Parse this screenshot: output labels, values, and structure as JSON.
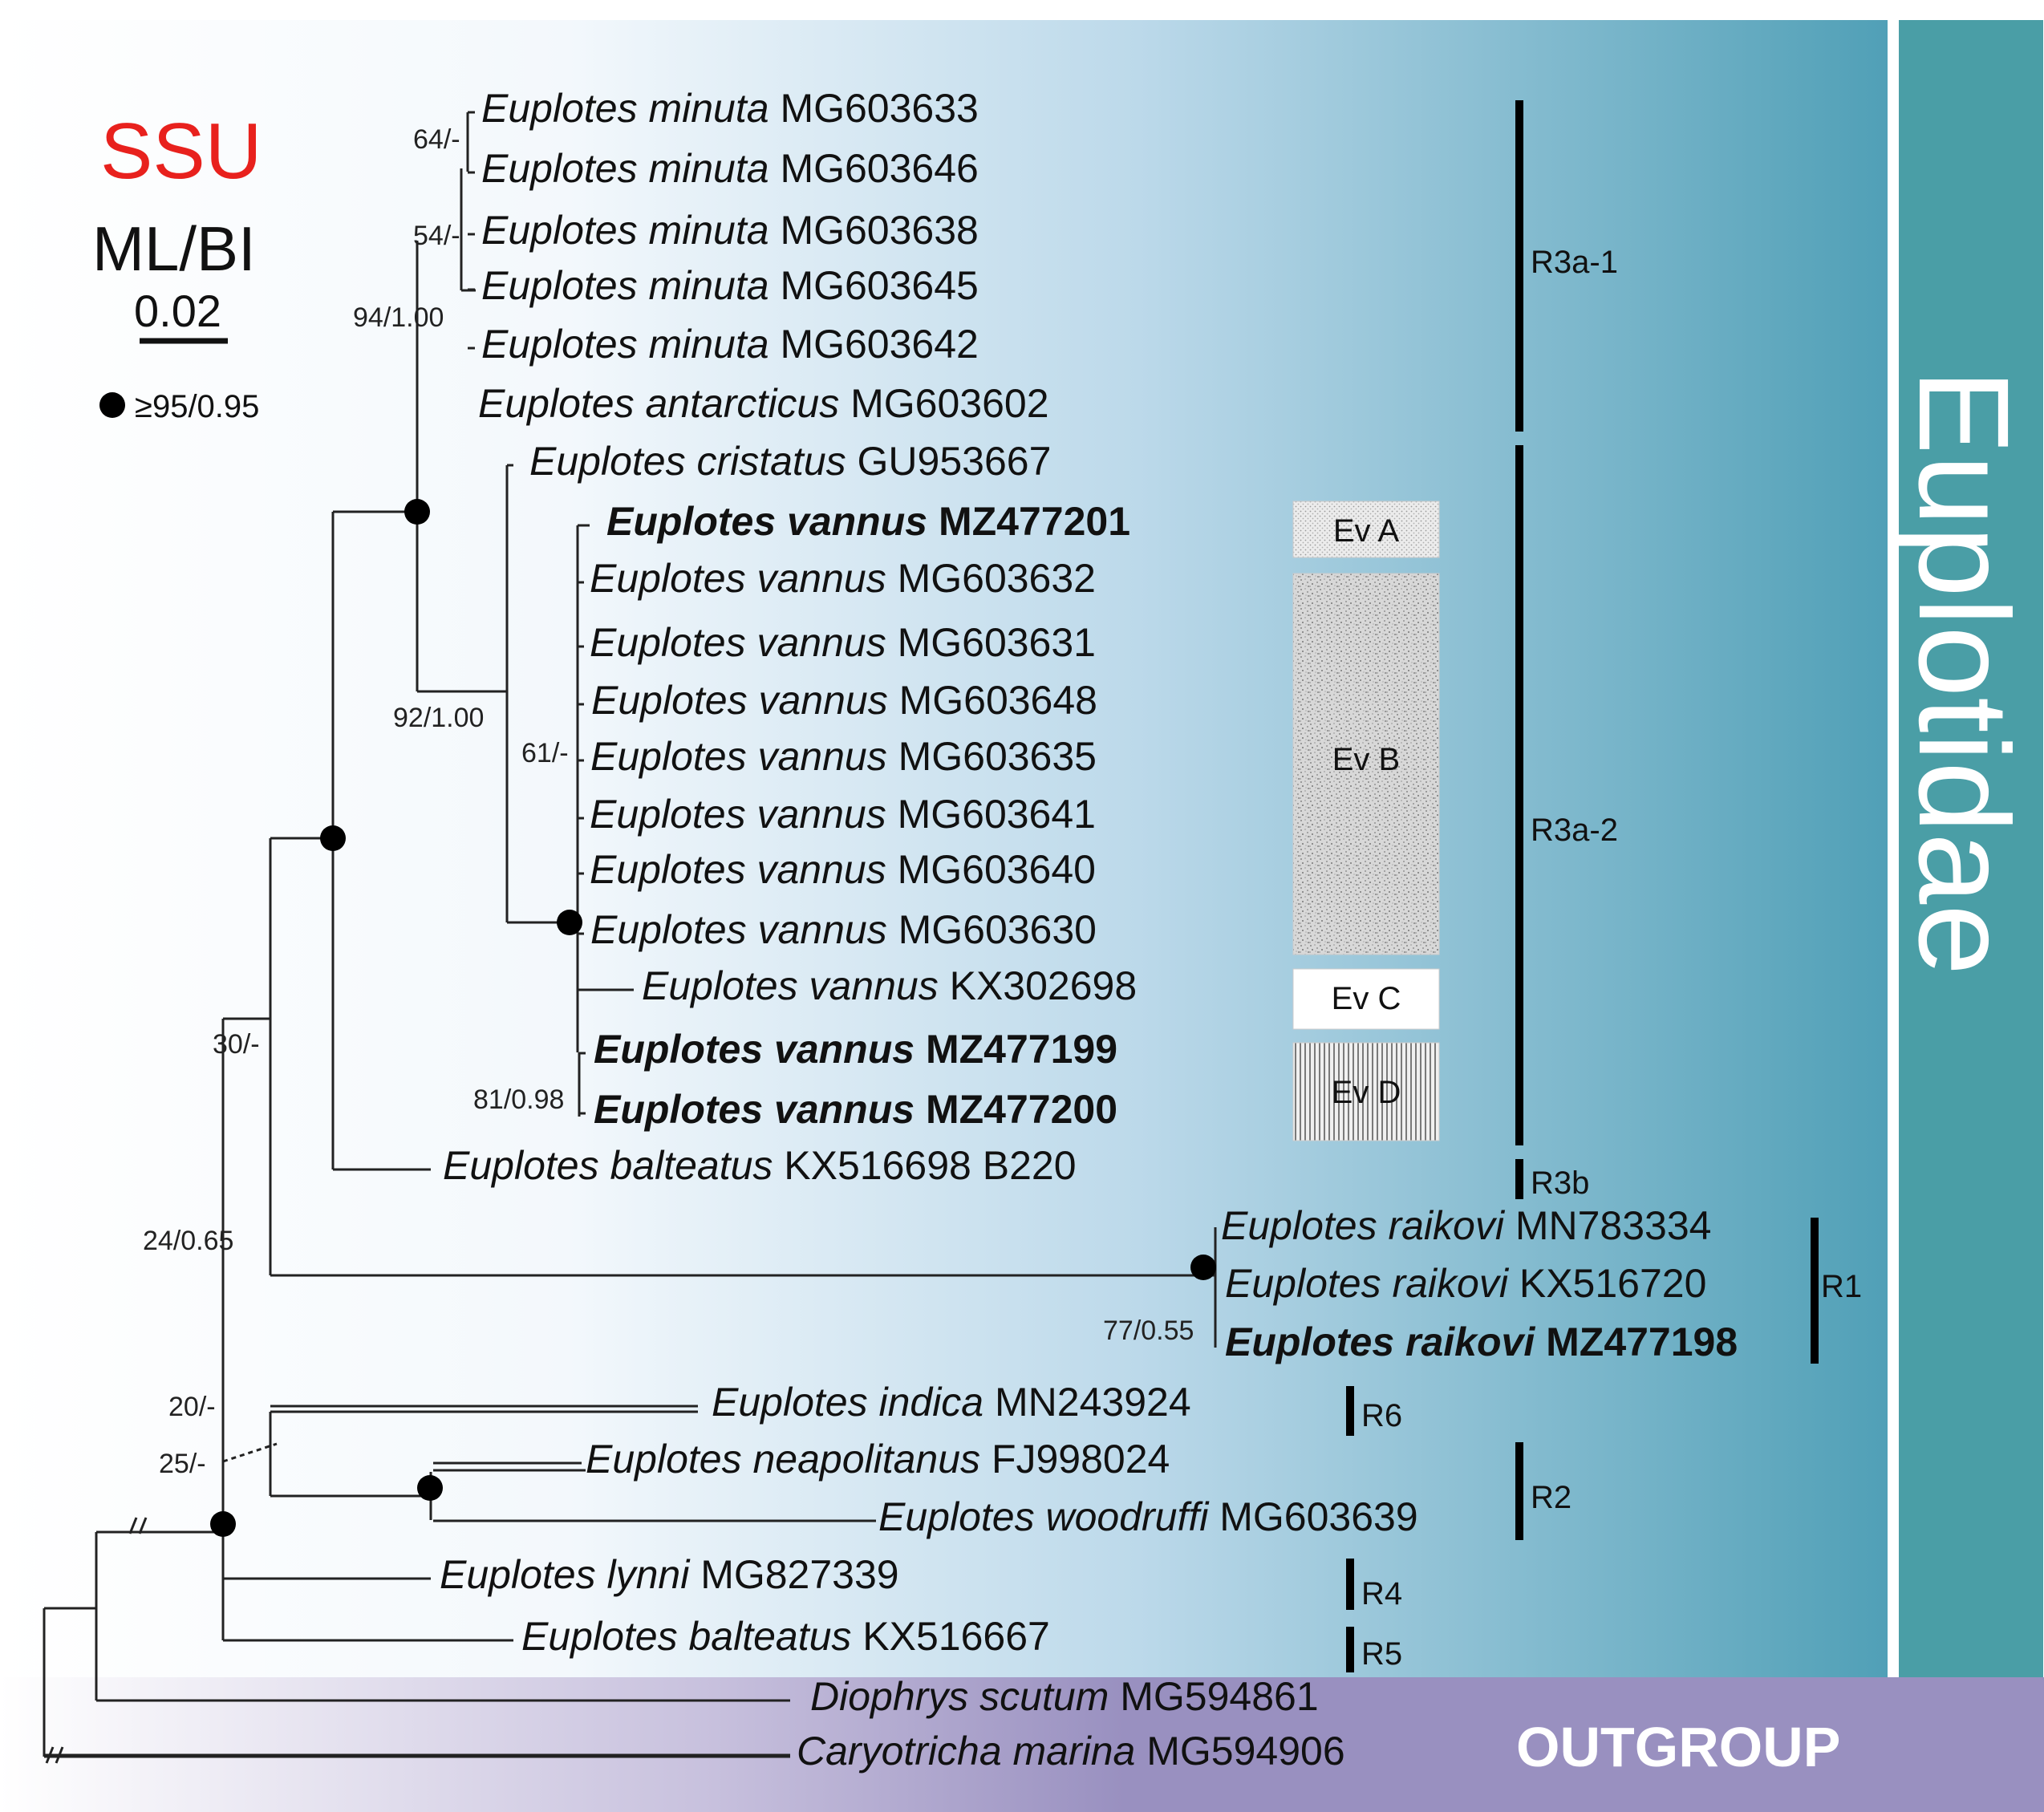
{
  "legend": {
    "title": "SSU",
    "method": "ML/BI",
    "scale_value": "0.02",
    "dot_label": "≥95/0.95"
  },
  "family_label": "Euplotidae",
  "outgroup_label": "OUTGROUP",
  "taxa": [
    {
      "genus": "Euplotes",
      "species": "minuta",
      "accession": "MG603633",
      "bold": false
    },
    {
      "genus": "Euplotes",
      "species": "minuta",
      "accession": "MG603646",
      "bold": false
    },
    {
      "genus": "Euplotes",
      "species": "minuta",
      "accession": "MG603638",
      "bold": false
    },
    {
      "genus": "Euplotes",
      "species": "minuta",
      "accession": "MG603645",
      "bold": false
    },
    {
      "genus": "Euplotes",
      "species": "minuta",
      "accession": "MG603642",
      "bold": false
    },
    {
      "genus": "Euplotes",
      "species": "antarcticus",
      "accession": "MG603602",
      "bold": false
    },
    {
      "genus": "Euplotes",
      "species": "cristatus",
      "accession": "GU953667",
      "bold": false
    },
    {
      "genus": "Euplotes",
      "species": "vannus",
      "accession": "MZ477201",
      "bold": true
    },
    {
      "genus": "Euplotes",
      "species": "vannus",
      "accession": "MG603632",
      "bold": false
    },
    {
      "genus": "Euplotes",
      "species": "vannus",
      "accession": "MG603631",
      "bold": false
    },
    {
      "genus": "Euplotes",
      "species": "vannus",
      "accession": "MG603648",
      "bold": false
    },
    {
      "genus": "Euplotes",
      "species": "vannus",
      "accession": "MG603635",
      "bold": false
    },
    {
      "genus": "Euplotes",
      "species": "vannus",
      "accession": "MG603641",
      "bold": false
    },
    {
      "genus": "Euplotes",
      "species": "vannus",
      "accession": "MG603640",
      "bold": false
    },
    {
      "genus": "Euplotes",
      "species": "vannus",
      "accession": "MG603630",
      "bold": false
    },
    {
      "genus": "Euplotes",
      "species": "vannus",
      "accession": "KX302698",
      "bold": false
    },
    {
      "genus": "Euplotes",
      "species": "vannus",
      "accession": "MZ477199",
      "bold": true
    },
    {
      "genus": "Euplotes",
      "species": "vannus",
      "accession": "MZ477200",
      "bold": true
    },
    {
      "genus": "Euplotes",
      "species": "balteatus",
      "accession": "KX516698 B220",
      "bold": false
    },
    {
      "genus": "Euplotes",
      "species": "raikovi",
      "accession": "MN783334",
      "bold": false
    },
    {
      "genus": "Euplotes",
      "species": "raikovi",
      "accession": "KX516720",
      "bold": false
    },
    {
      "genus": "Euplotes",
      "species": "raikovi",
      "accession": "MZ477198",
      "bold": true
    },
    {
      "genus": "Euplotes",
      "species": "indica",
      "accession": "MN243924",
      "bold": false
    },
    {
      "genus": "Euplotes",
      "species": "neapolitanus",
      "accession": "FJ998024",
      "bold": false
    },
    {
      "genus": "Euplotes",
      "species": "woodruffi",
      "accession": "MG603639",
      "bold": false
    },
    {
      "genus": "Euplotes",
      "species": "lynni",
      "accession": "MG827339",
      "bold": false
    },
    {
      "genus": "Euplotes",
      "species": "balteatus",
      "accession": "KX516667",
      "bold": false
    },
    {
      "genus": "Diophrys",
      "species": "scutum",
      "accession": "MG594861",
      "bold": false
    },
    {
      "genus": "Caryotricha",
      "species": "marina",
      "accession": "MG594906",
      "bold": false
    }
  ],
  "support_values": [
    "64/-",
    "54/-",
    "94/1.00",
    "92/1.00",
    "61/-",
    "81/0.98",
    "30/-",
    "24/0.65",
    "77/0.55",
    "20/-",
    "25/-"
  ],
  "haplotypes": [
    "Ev A",
    "Ev B",
    "Ev C",
    "Ev D"
  ],
  "clades": [
    "R3a-1",
    "R3a-2",
    "R3b",
    "R1",
    "R6",
    "R2",
    "R4",
    "R5"
  ],
  "colors": {
    "title_red": "#e8211d",
    "family_band": "#4a9ea6",
    "outgroup_band": "#9990c0",
    "background_gradient_end": "#4f9fb6"
  }
}
